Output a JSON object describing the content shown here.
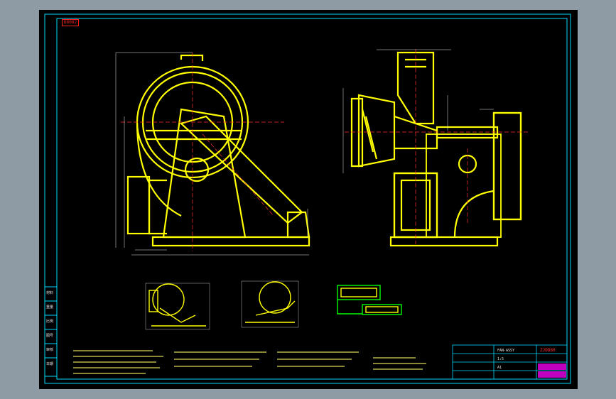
{
  "app": {
    "title": "AutoCAD drawing sheet — centrifugal fan assembly"
  },
  "drawing": {
    "tag": "D8082",
    "title_block": {
      "drawing_code": "ZJDD80",
      "rows": [
        "FAN-ASSY",
        "1:5",
        "A1"
      ]
    },
    "side_labels": [
      "材料",
      "重量",
      "比例",
      "图号",
      "审核",
      "日期"
    ]
  },
  "colors": {
    "background": "#000000",
    "frame": "#00d8ff",
    "part": "#ffff00",
    "centerline": "#ff3030",
    "dimension": "#e8e8e8",
    "detail_green": "#00ff00",
    "notes": "#ffff66"
  }
}
